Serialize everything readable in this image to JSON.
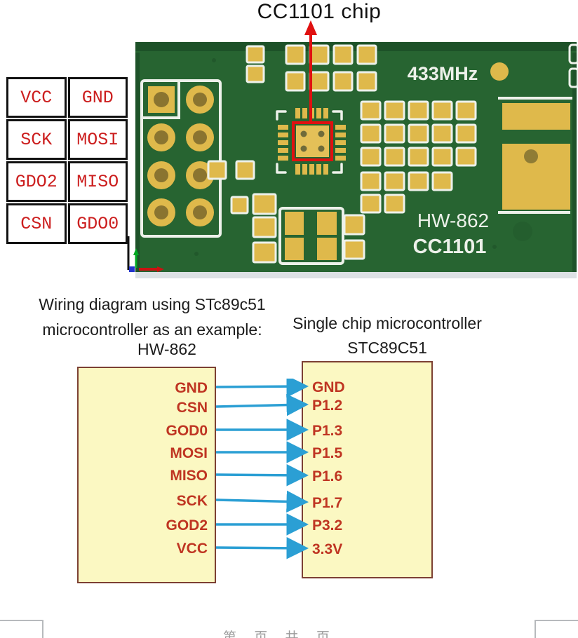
{
  "title": "CC1101 chip",
  "pcb": {
    "freq_label": "433MHz",
    "model_label": "HW-862",
    "chip_label": "CC1101",
    "colors": {
      "board_green": "#276431",
      "pad_gold": "#dfb94b",
      "silkscreen": "#edf1ea",
      "chip_highlight_red": "#e01010"
    }
  },
  "pin_table": {
    "text_color": "#cc1f1f",
    "rows": [
      [
        "VCC",
        "GND"
      ],
      [
        "SCK",
        "MOSI"
      ],
      [
        "GDO2",
        "MISO"
      ],
      [
        "CSN",
        "GDO0"
      ]
    ]
  },
  "wiring": {
    "caption_line1": "Wiring diagram using STc89c51",
    "caption_line2": "microcontroller as an example:",
    "left_box_title": "HW-862",
    "right_caption_line1": "Single chip microcontroller",
    "right_caption_line2": "STC89C51",
    "left_pins": [
      "GND",
      "CSN",
      "GOD0",
      "MOSI",
      "MISO",
      "SCK",
      "GOD2",
      "VCC"
    ],
    "right_pins": [
      "GND",
      "P1.2",
      "P1.3",
      "P1.5",
      "P1.6",
      "P1.7",
      "P3.2",
      "3.3V"
    ],
    "wire_color": "#2b9fd4",
    "pin_label_color": "#bf3522",
    "box_fill": "#fbf8c2"
  },
  "footer": {
    "page_text": "第 页 共 页"
  }
}
